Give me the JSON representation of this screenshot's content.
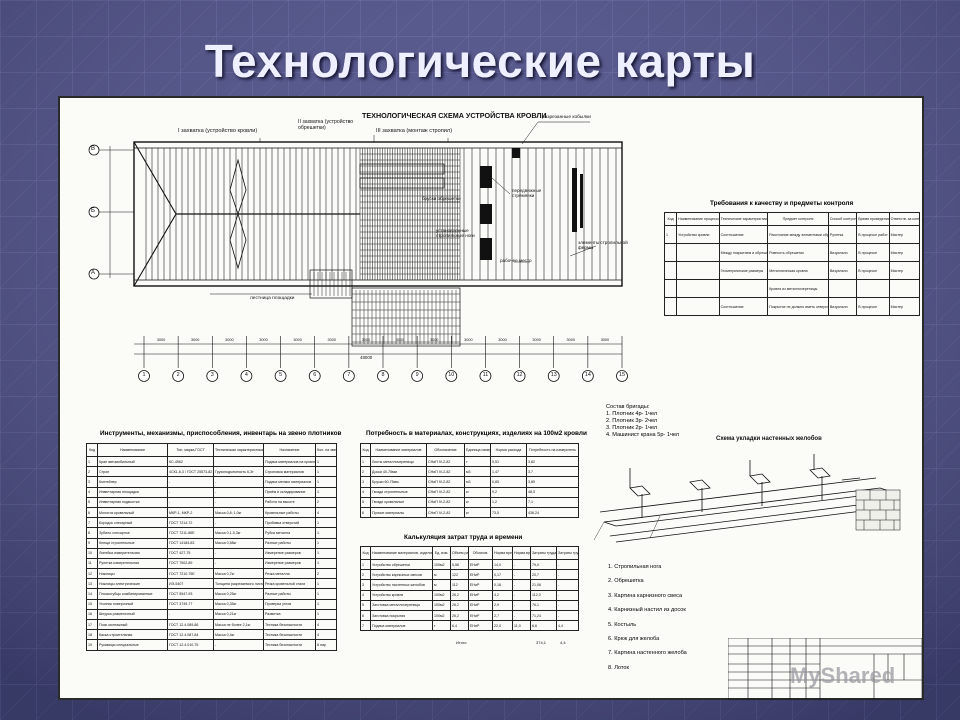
{
  "slide": {
    "title": "Технологические карты"
  },
  "sheet": {
    "scheme_title": "ТЕХНОЛОГИЧЕСКАЯ СХЕМА УСТРОЙСТВА КРОВЛИ",
    "zones": {
      "zone1": "I захватка (устройство кровли)",
      "zone2": "II захватка (устройство обрешетки)",
      "zone3": "III захватка (монтаж стропил)"
    },
    "callouts": {
      "cut_boards": "разрезанные кобылки",
      "front_stanchions": "передвижные стремянки",
      "lathing_bars": "бруски обрешетки",
      "installed_rafters": "установленные стропильные ноги",
      "workplace": "рабочее место",
      "rafter_elements": "элементы стропильной фермы",
      "ladder": "лестница площадки"
    },
    "grid_axes": [
      "1",
      "2",
      "3",
      "4",
      "5",
      "6",
      "7",
      "8",
      "9",
      "10",
      "11",
      "12",
      "13",
      "14",
      "15"
    ],
    "row_axes": [
      "В",
      "Б",
      "А"
    ],
    "dimensions": [
      "3000",
      "3000",
      "3000",
      "3000",
      "3000",
      "3000",
      "3000",
      "3000",
      "3000",
      "3000",
      "3000",
      "3000",
      "3000",
      "3000"
    ],
    "total_dimension": "48000",
    "quality_table": {
      "title": "Требования к качеству и предметы контроля",
      "headers": [
        "Код",
        "Наименование процессов, подлежащих контролю",
        "Технические характеристики оценки качества",
        "Предмет контроля",
        "Способ контроля",
        "Время проведения контроля",
        "Ответств. за контроль"
      ],
      "rows": [
        [
          "1",
          "Устройство кровли",
          "Соотношение",
          "Расстояние между элементами обрешетки",
          "Рулетка",
          "В процессе работ",
          "Мастер"
        ],
        [
          "",
          "",
          "Между покрытием и обрешеткой",
          "Ровность обрешетки",
          "Визуально",
          "В процессе",
          "Мастер"
        ],
        [
          "",
          "",
          "Геометрические размеры",
          "Металлическая кровля",
          "Визуально",
          "В процессе",
          "Мастер"
        ],
        [
          "",
          "",
          "",
          "Кровля из металлочерепицы",
          "",
          "",
          ""
        ],
        [
          "",
          "",
          "Соотношение",
          "Покрытие не должно иметь отверстий и зазоров",
          "Визуально",
          "В процессе",
          "Мастер"
        ]
      ]
    },
    "tools_table": {
      "title": "Инструменты, механизмы, приспособления, инвентарь на звено плотников",
      "headers": [
        "Код",
        "Наименование",
        "Тип, марка,ГОСТ",
        "Техническая характеристика",
        "Назначение",
        "Кол. на звено"
      ],
      "rows": [
        [
          "1",
          "Кран автомобильный",
          "КС-4562",
          "",
          "Подача материалов на кровлю",
          "1"
        ],
        [
          "2",
          "Строп",
          "4СК1-6,3 / ГОСТ 25573-82",
          "Грузоподъемность 6,3т",
          "Строповка материалов",
          "1"
        ],
        [
          "3",
          "Контейнер",
          "-",
          "-",
          "Подача мелких материалов",
          "1"
        ],
        [
          "4",
          "Инвентарная площадка",
          "-",
          "-",
          "Приём и складирование",
          "1"
        ],
        [
          "5",
          "Инвентарная подмостка",
          "-",
          "-",
          "Работа на высоте",
          "2"
        ],
        [
          "6",
          "Молоток кровельный",
          "МКР-1, МКР-2",
          "Масса 0,8; 1,0кг",
          "Кровельные работы",
          "4"
        ],
        [
          "7",
          "Бородок слесарный",
          "ГОСТ 7214-72",
          "-",
          "Пробивка отверстий",
          "1"
        ],
        [
          "8",
          "Зубило слесарное",
          "ГОСТ 7211-86Е",
          "Масса 0,1-0,3кг",
          "Рубка металла",
          "1"
        ],
        [
          "9",
          "Клещи строительные",
          "ГОСТ 14184-83",
          "Масса 0,58кг",
          "Разные работы",
          "1"
        ],
        [
          "10",
          "Линейка измерительная",
          "ГОСТ 427-75",
          "-",
          "Измерение размеров",
          "1"
        ],
        [
          "11",
          "Рулетка измерительная",
          "ГОСТ 7502-89",
          "-",
          "Измерение размеров",
          "1"
        ],
        [
          "12",
          "Ножницы",
          "ГОСТ 7210-75Е",
          "Масса 0,7кг",
          "Резка металла",
          "2"
        ],
        [
          "13",
          "Ножницы электрические",
          "ИЭ-5407",
          "Толщина разрезаемого листа до 2,5мм",
          "Резка кровельной стали",
          "1"
        ],
        [
          "14",
          "Плоскогубцы комбинированные",
          "ГОСТ 5547-93",
          "Масса 0,25кг",
          "Разные работы",
          "1"
        ],
        [
          "15",
          "Уголник поверочный",
          "ГОСТ 3749-77",
          "Масса 0,35кг",
          "Проверка углов",
          "1"
        ],
        [
          "16",
          "Шнурка разметочный",
          "-",
          "Масса 0,21кг",
          "Разметка",
          "1"
        ],
        [
          "17",
          "Пояс монтажный",
          "ГОСТ 12.4.089-86",
          "Масса не более 2,1кг",
          "Техника безопасности",
          "4"
        ],
        [
          "18",
          "Каска строительная",
          "ГОСТ 12.4.087-84",
          "Масса 0,4кг",
          "Техника безопасности",
          "4"
        ],
        [
          "19",
          "Рукавицы специальные",
          "ГОСТ 12.4.010-75",
          "-",
          "Техника безопасности",
          "8 пар"
        ]
      ]
    },
    "materials_table": {
      "title": "Потребность в материалах, конструкциях, изделиях на 100м2 кровли",
      "headers": [
        "Код",
        "Наименование материалов",
        "Обозначение",
        "Единица измер.",
        "Норма расхода",
        "Потребность на измеритель"
      ],
      "rows": [
        [
          "1",
          "Листы металлочерепицы",
          "СНиП IV-2-82",
          "т",
          "0,51",
          "3,82"
        ],
        [
          "2",
          "Доски 40-75мм",
          "СНиП IV-2-82",
          "м3",
          "1,47",
          "3,7"
        ],
        [
          "3",
          "Бруски 60-75мм",
          "СНиП IV-2-82",
          "м3",
          "0,85",
          "3,85"
        ],
        [
          "4",
          "Гвозди строительные",
          "СНиП IV-2-82",
          "кг",
          "9,2",
          "48,5"
        ],
        [
          "5",
          "Гвозди кровельные",
          "СНиП IV-2-82",
          "кг",
          "1,2",
          "7,1"
        ],
        [
          "6",
          "Прочие материалы",
          "СНиП IV-2-82",
          "кг",
          "73,5",
          "436,24"
        ]
      ]
    },
    "labor_table": {
      "title": "Калькуляция затрат труда и времени",
      "headers": [
        "Код",
        "Наименование материалов, изделий",
        "Ед. изм.",
        "Объем работ",
        "Обоснов.",
        "Норма времени раб.",
        "Норма времени маш.",
        "Затраты труда раб.",
        "Затраты труда маш."
      ],
      "rows": [
        [
          "1",
          "Устройство обрешетки",
          "100м2",
          "5,56",
          "ЕНиР",
          "14,0",
          "-",
          "79,0",
          "-"
        ],
        [
          "2",
          "Устройство карнизных свесов",
          "м",
          "122",
          "ЕНиР",
          "0,17",
          "-",
          "20,7",
          "-"
        ],
        [
          "3",
          "Устройство настенных желобов",
          "м",
          "112",
          "ЕНиР",
          "0,18",
          "-",
          "21,06",
          "-"
        ],
        [
          "4",
          "Устройство кровли",
          "100м2",
          "26,2",
          "ЕНиР",
          "4,2",
          "-",
          "112,0",
          "-"
        ],
        [
          "5",
          "Заготовка металлочерепицы",
          "100м2",
          "26,2",
          "ЕНиР",
          "2,9",
          "-",
          "76,1",
          "-"
        ],
        [
          "6",
          "Заготовка покрытия",
          "100м2",
          "26,2",
          "ЕНиР",
          "2,7",
          "-",
          "71,24",
          "-"
        ],
        [
          "7",
          "Подача материалов",
          "т",
          "6,4",
          "ЕНиР",
          "22,0",
          "11,0",
          "6,6",
          "4,4"
        ]
      ],
      "total_label": "Итого",
      "total_work": "374,1",
      "total_machine": "4,4"
    },
    "brigade": {
      "title": "Состав бригады:",
      "items": [
        "1. Плотник     4р- 1чел",
        "2. Плотник     3р- 2чел",
        "3. Плотник     2р- 1чел",
        "4. Машинист крана 5р- 1чел"
      ]
    },
    "gutter_scheme_title": "Схема укладки настенных желобов",
    "legend": [
      "1.  Стропильная нога",
      "2.  Обрешетка",
      "3.  Картина карнизного свеса",
      "4.  Карнизный настил из досок",
      "5.  Костыль",
      "6.  Крюк для желоба",
      "7.  Картина настенного желоба",
      "8.  Лоток"
    ],
    "watermark": "MyShared"
  }
}
